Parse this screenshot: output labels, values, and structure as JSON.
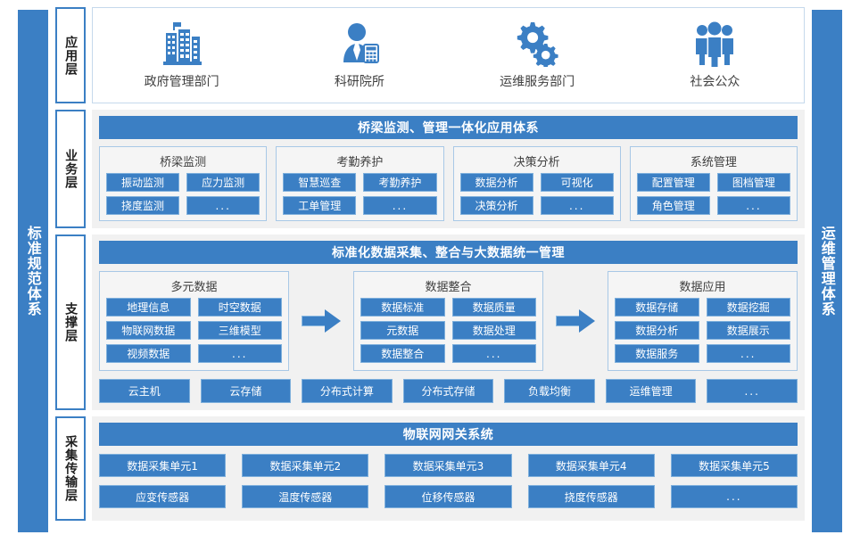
{
  "sidebars": {
    "left": {
      "label": "标准规范体系",
      "color": "#3b7fc4"
    },
    "right": {
      "label": "运维管理体系",
      "color": "#3b7fc4"
    }
  },
  "theme": {
    "accent": "#3b7fc4",
    "button_border": "#7fb0dc",
    "panel_bg": "#f1f1f1",
    "group_border": "#a8c8e6"
  },
  "layers": {
    "application": {
      "tag": "应用层",
      "items": [
        {
          "caption": "政府管理部门",
          "icon": "government-building-icon"
        },
        {
          "caption": "科研院所",
          "icon": "researcher-person-icon"
        },
        {
          "caption": "运维服务部门",
          "icon": "gears-icon"
        },
        {
          "caption": "社会公众",
          "icon": "people-group-icon"
        }
      ]
    },
    "business": {
      "tag": "业务层",
      "banner": "桥梁监测、管理一体化应用体系",
      "groups": [
        {
          "title": "桥梁监测",
          "items": [
            "振动监测",
            "应力监测",
            "挠度监测",
            "..."
          ]
        },
        {
          "title": "考勤养护",
          "items": [
            "智慧巡查",
            "考勤养护",
            "工单管理",
            "..."
          ]
        },
        {
          "title": "决策分析",
          "items": [
            "数据分析",
            "可视化",
            "决策分析",
            "..."
          ]
        },
        {
          "title": "系统管理",
          "items": [
            "配置管理",
            "图档管理",
            "角色管理",
            "..."
          ]
        }
      ]
    },
    "support": {
      "tag": "支撑层",
      "banner": "标准化数据采集、整合与大数据统一管理",
      "groups": [
        {
          "title": "多元数据",
          "items": [
            "地理信息",
            "时空数据",
            "物联网数据",
            "三维模型",
            "视频数据",
            "..."
          ]
        },
        {
          "title": "数据整合",
          "items": [
            "数据标准",
            "数据质量",
            "元数据",
            "数据处理",
            "数据整合",
            "..."
          ]
        },
        {
          "title": "数据应用",
          "items": [
            "数据存储",
            "数据挖掘",
            "数据分析",
            "数据展示",
            "数据服务",
            "..."
          ]
        }
      ],
      "arrows": [
        "arrow-right-icon",
        "arrow-right-icon"
      ],
      "infrastructure": [
        "云主机",
        "云存储",
        "分布式计算",
        "分布式存储",
        "负载均衡",
        "运维管理",
        "..."
      ]
    },
    "collection": {
      "tag": "采集传输层",
      "banner": "物联网网关系统",
      "units": [
        "数据采集单元1",
        "数据采集单元2",
        "数据采集单元3",
        "数据采集单元4",
        "数据采集单元5"
      ],
      "sensors": [
        "应变传感器",
        "温度传感器",
        "位移传感器",
        "挠度传感器",
        "..."
      ]
    }
  }
}
